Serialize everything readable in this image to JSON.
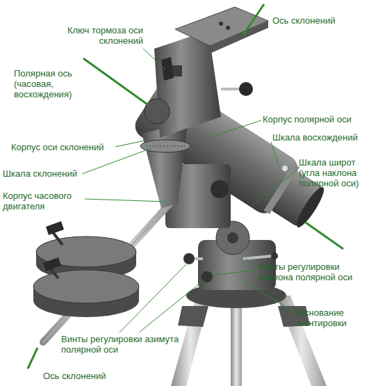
{
  "diagram": {
    "labels": [
      "Ось склонений",
      "Ключ тормоза оси склонений",
      "Полярная ось (часовая, восхождения)",
      "Корпус полярной оси",
      "Шкала восхождений",
      "Корпус оси склонений",
      "Шкала широт (угла наклона полярной оси)",
      "Шкала склонений",
      "Корпус часового двигателя",
      "Винты регулировки наклона полярной оси",
      "Основание монтировки",
      "Винты регулировки азимута полярной оси",
      "Ось склонений"
    ]
  }
}
